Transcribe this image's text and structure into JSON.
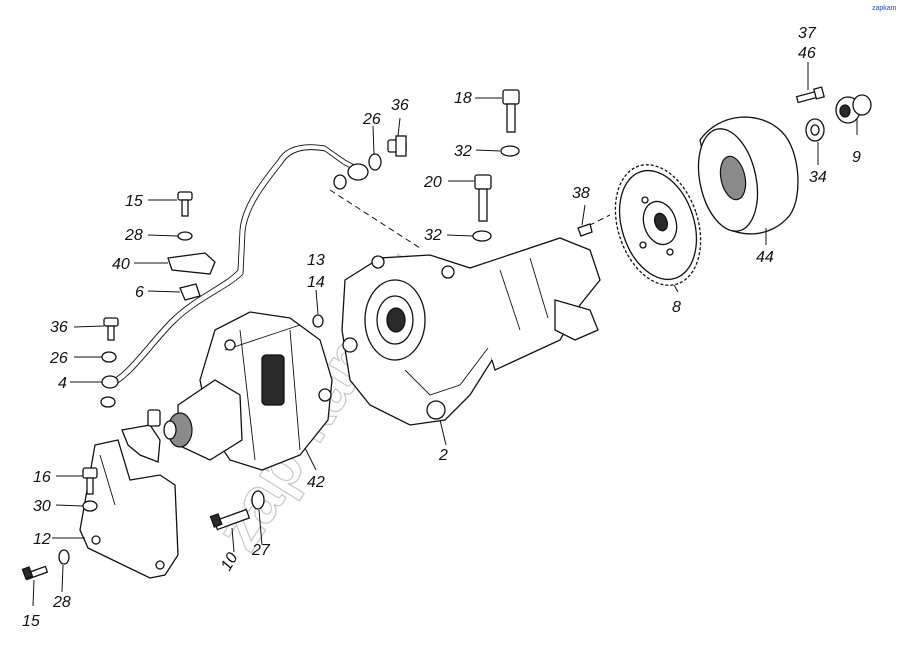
{
  "diagram": {
    "watermark": "zap-kam.ru",
    "corner_mark": "zapkam",
    "callouts": {
      "c37": "37",
      "c46": "46",
      "c9": "9",
      "c34": "34",
      "c44": "44",
      "c8": "8",
      "c38": "38",
      "c18": "18",
      "c32a": "32",
      "c20": "20",
      "c32b": "32",
      "c36a": "36",
      "c26a": "26",
      "c15a": "15",
      "c28a": "28",
      "c40": "40",
      "c6": "6",
      "c13": "13",
      "c14": "14",
      "c36b": "36",
      "c26b": "26",
      "c4": "4",
      "c2": "2",
      "c42": "42",
      "c16": "16",
      "c30": "30",
      "c12": "12",
      "c10": "10",
      "c27": "27",
      "c15b": "15",
      "c28b": "28"
    }
  }
}
